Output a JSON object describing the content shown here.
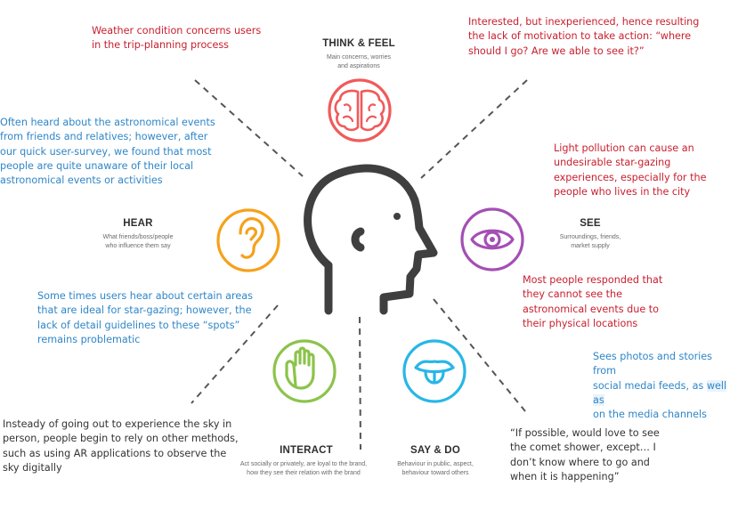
{
  "colors": {
    "think": "#f05a5b",
    "hear": "#f6a11a",
    "see": "#a44fb4",
    "interact": "#8cc34b",
    "say": "#29b6e6",
    "head": "#3f3f3f",
    "dashes": "#555555",
    "red_text": "#c8202f",
    "blue_text": "#2f86c8"
  },
  "icons": {
    "think": "brain-icon",
    "hear": "ear-icon",
    "see": "eye-icon",
    "interact": "hand-icon",
    "say": "mouth-tongue-icon",
    "center": "head-profile-icon"
  },
  "categories": {
    "think": {
      "title": "THINK & FEEL",
      "subtitle": "Main concerns, worries\nand aspirations"
    },
    "hear": {
      "title": "HEAR",
      "subtitle": "What friends/boss/people\nwho influence them say"
    },
    "see": {
      "title": "SEE",
      "subtitle": "Surroundings, friends,\nmarket supply"
    },
    "interact": {
      "title": "INTERACT",
      "subtitle": "Act socially or privately, are loyal to the brand,\nhow they see their relation with the brand"
    },
    "say": {
      "title": "SAY & DO",
      "subtitle": "Behaviour in public, aspect,\nbehaviour toward others"
    }
  },
  "notes": {
    "weather": "Weather condition concerns users\nin the trip-planning process",
    "interested": "Interested, but inexperienced, hence resulting\nthe lack of motivation to take action: “where\nshould I go? Are we able to see it?”",
    "often_heard": "Often heard about the astronomical events\nfrom friends and relatives; however, after\nour quick user-survey, we found that most\npeople are quite unaware of their local\nastronomical events or activities",
    "light_pollution": "Light pollution can cause an\nundesirable star-gazing\nexperiences, especially for the\npeople who lives in the city",
    "some_times": "Some times users hear about certain areas\nthat are ideal for star-gazing; however, the\nlack of detail guidelines to these “spots”\nremains problematic",
    "most_people": "Most people responded that\nthey cannot see the\nastronomical events due to\ntheir physical locations",
    "sees_photos_1": "Sees photos and stories from\nsocial medai feeds, as ",
    "sees_photos_hl": "well as",
    "sees_photos_2": "\non the media channels",
    "instead": "Insteady of going out to experience the sky in\nperson, people begin to rely on other methods,\nsuch as using AR applications to observe the\nsky digitally",
    "quote": "“If possible, would love to see\nthe comet shower, except… I\ndon’t know where to go and\nwhen it is happening”"
  }
}
